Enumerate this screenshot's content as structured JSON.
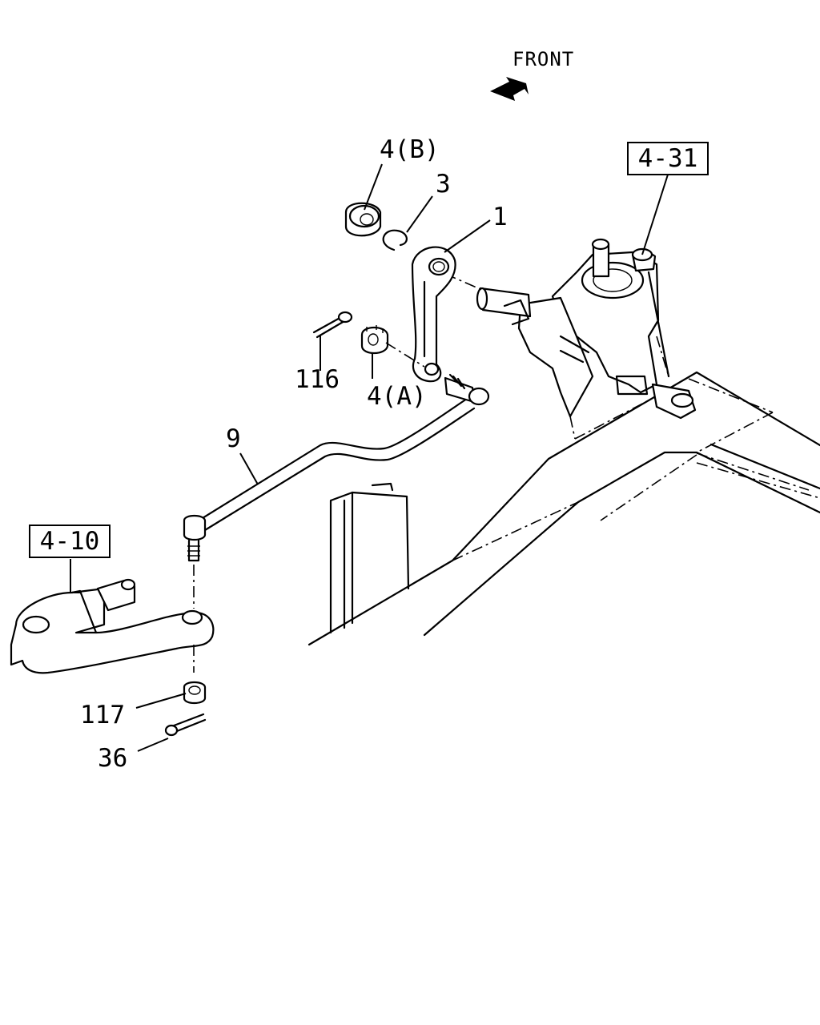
{
  "orientation": {
    "label": "FRONT"
  },
  "refs": {
    "steering_gear": "4-31",
    "knuckle": "4-10"
  },
  "callouts": {
    "p1": "1",
    "p3": "3",
    "p4b": "4(B)",
    "p4a": "4(A)",
    "p9": "9",
    "p116": "116",
    "p117": "117",
    "p36": "36"
  }
}
